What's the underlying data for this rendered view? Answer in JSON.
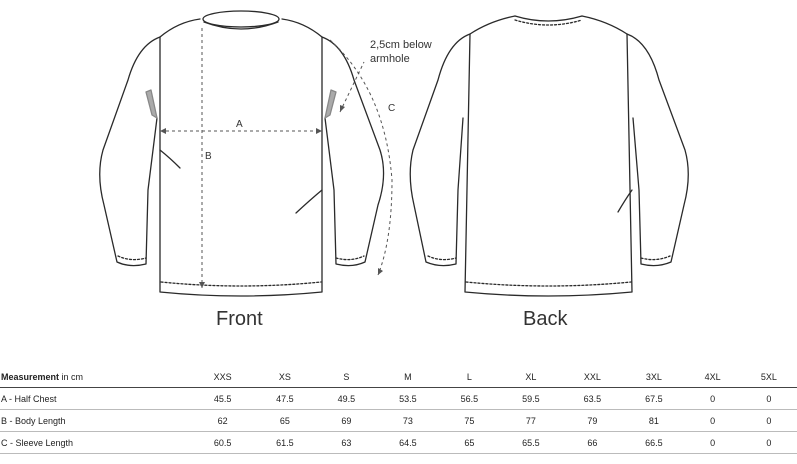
{
  "views": {
    "front": "Front",
    "back": "Back"
  },
  "annotations": {
    "armhole_note_line1": "2,5cm below",
    "armhole_note_line2": "armhole",
    "a": "A",
    "b": "B",
    "c": "C"
  },
  "table": {
    "header_bold": "Measurement",
    "header_rest": " in cm",
    "sizes": [
      "XXS",
      "XS",
      "S",
      "M",
      "L",
      "XL",
      "XXL",
      "3XL",
      "4XL",
      "5XL"
    ],
    "rows": [
      {
        "label": "A - Half Chest",
        "values": [
          "45.5",
          "47.5",
          "49.5",
          "53.5",
          "56.5",
          "59.5",
          "63.5",
          "67.5",
          "0",
          "0"
        ]
      },
      {
        "label": "B - Body Length",
        "values": [
          "62",
          "65",
          "69",
          "73",
          "75",
          "77",
          "79",
          "81",
          "0",
          "0"
        ]
      },
      {
        "label": "C - Sleeve Length",
        "values": [
          "60.5",
          "61.5",
          "63",
          "64.5",
          "65",
          "65.5",
          "66",
          "66.5",
          "0",
          "0"
        ]
      }
    ]
  }
}
